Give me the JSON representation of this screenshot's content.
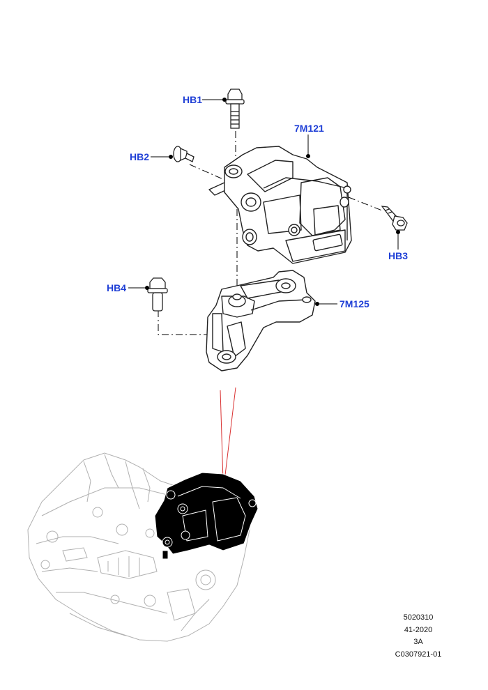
{
  "callouts": {
    "hb1": "HB1",
    "hb2": "HB2",
    "hb3": "HB3",
    "hb4": "HB4",
    "part_7m121": "7M121",
    "part_7m125": "7M125"
  },
  "reference": {
    "line1": "5020310",
    "line2": "41-2020",
    "line3": "3A",
    "line4": "C0307921-01"
  },
  "colors": {
    "callout": "#1f3fd6",
    "leader": "#000000",
    "highlight_lines": "#d93030",
    "outline": "#222222",
    "faint_outline": "#b0b0b0"
  }
}
